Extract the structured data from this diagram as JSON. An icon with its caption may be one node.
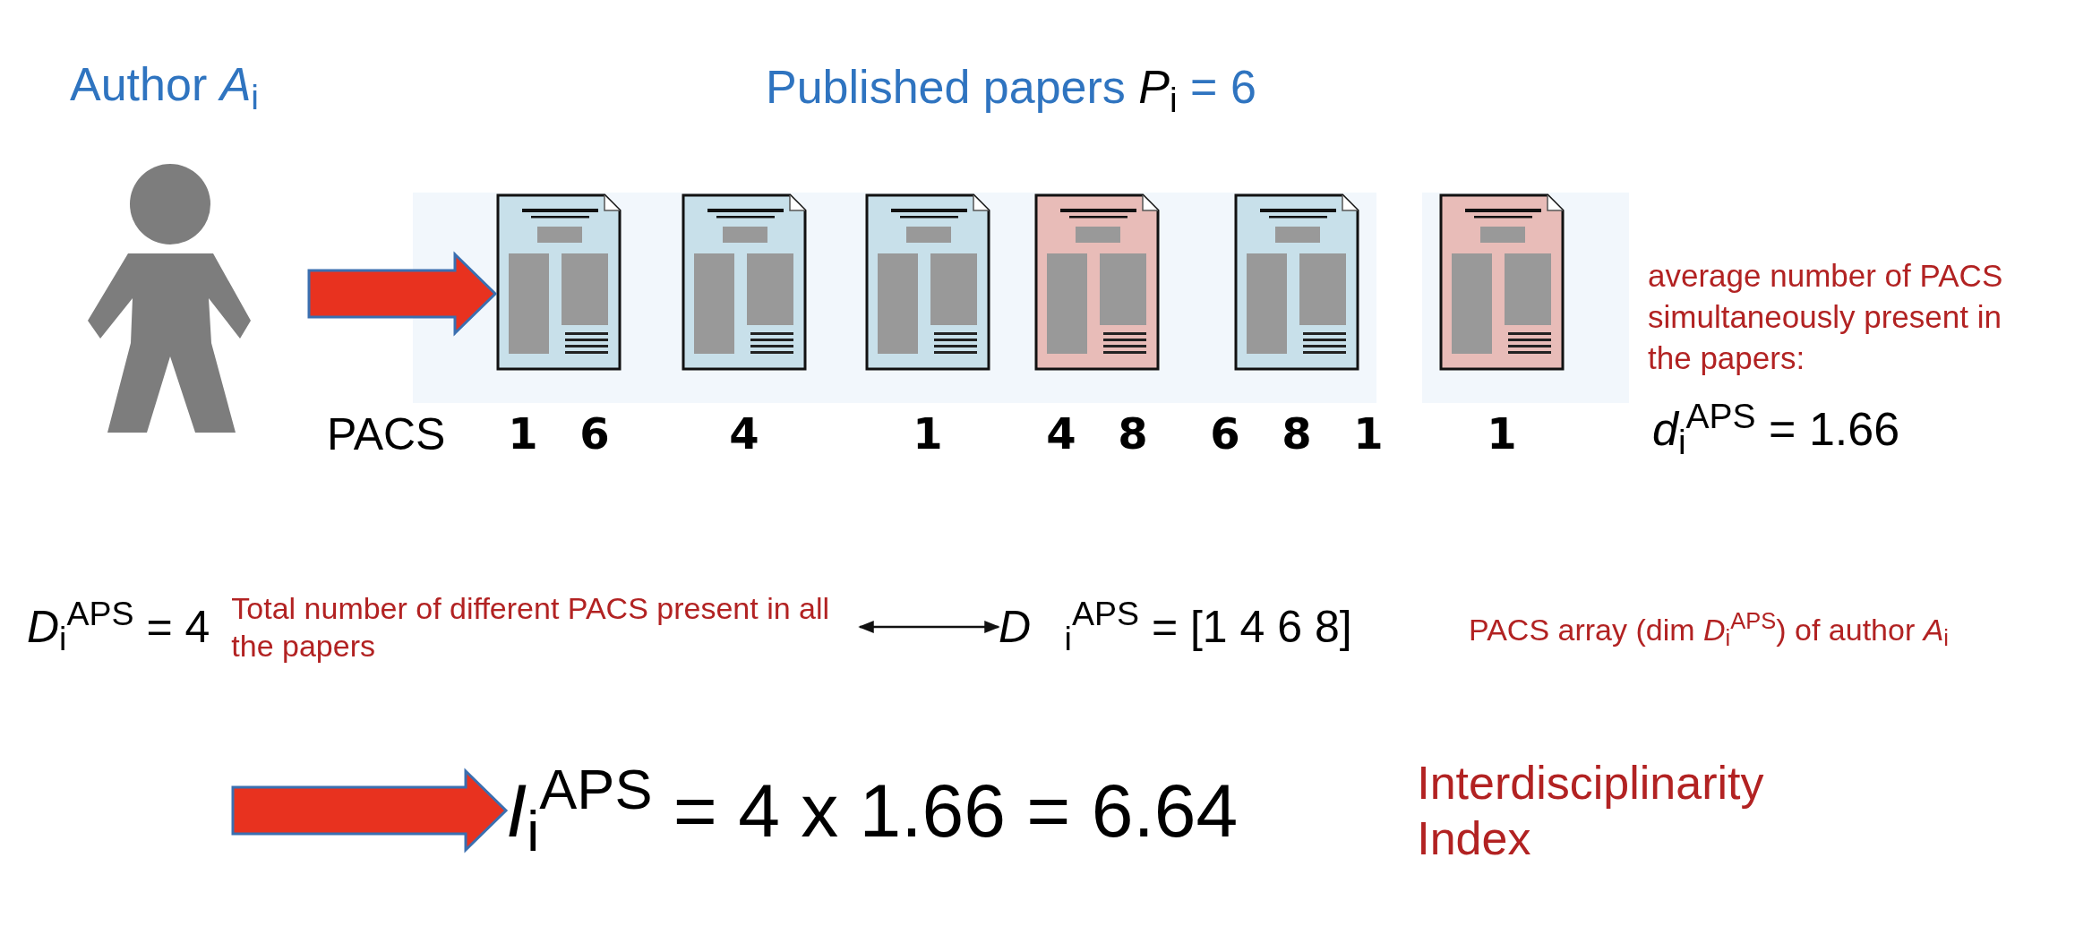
{
  "diagram": {
    "nodes": [
      {
        "text": [
          "Author *A*$_{i}$"
        ]
      },
      {
        "text": [],
        "shape": "box"
      },
      {
        "text": [],
        "shape": "box"
      },
      {
        "text": [],
        "shape": "document",
        "in": 1,
        "beside": [
          "1",
          "6"
        ]
      },
      {
        "text": [],
        "shape": "document",
        "in": 1,
        "beside": [
          "4"
        ]
      },
      {
        "text": [],
        "shape": "document",
        "in": 1,
        "beside": [
          "1"
        ]
      },
      {
        "text": [],
        "shape": "document",
        "in": 1,
        "beside": [
          "4",
          "8"
        ]
      },
      {
        "text": [],
        "shape": "document",
        "in": 1,
        "beside": [
          "6",
          "8",
          "1"
        ]
      },
      {
        "text": [],
        "shape": "document",
        "in": 2,
        "beside": [
          "1"
        ]
      },
      {
        "text": [
          "*D*$_{i}$$^{APS}$ = 4",
          "Total number of different PACS present in all the papers"
        ]
      },
      {
        "text": [
          "*D⃗*$_{i}$$^{APS}$ = [1 4 6 8]"
        ],
        "beside": [
          "PACS array (dim *D*$_{i}$$^{APS}$) of author *A*$_{i}$"
        ]
      },
      {
        "text": [
          "*I*$_{i}$$^{APS}$ = 4 x 1.66 = 6.64"
        ],
        "beside": [
          "Interdisciplinarity Index"
        ]
      }
    ],
    "edges": [
      {
        "from": 0,
        "to": 3,
        "arrow": "to",
        "style": "thick",
        "color": "#e8321f"
      },
      {
        "from": 9,
        "to": 10,
        "arrow": "both"
      },
      {
        "from": null,
        "to": 11,
        "arrow": "to",
        "style": "thick",
        "color": "#e8321f"
      }
    ],
    "labels": [
      "Published papers *P*$_{i}$ = 6",
      "PACS",
      "average number of PACS simultaneously present in the papers:",
      "*d*$_{i}$$^{APS}$ = 1.66"
    ]
  }
}
